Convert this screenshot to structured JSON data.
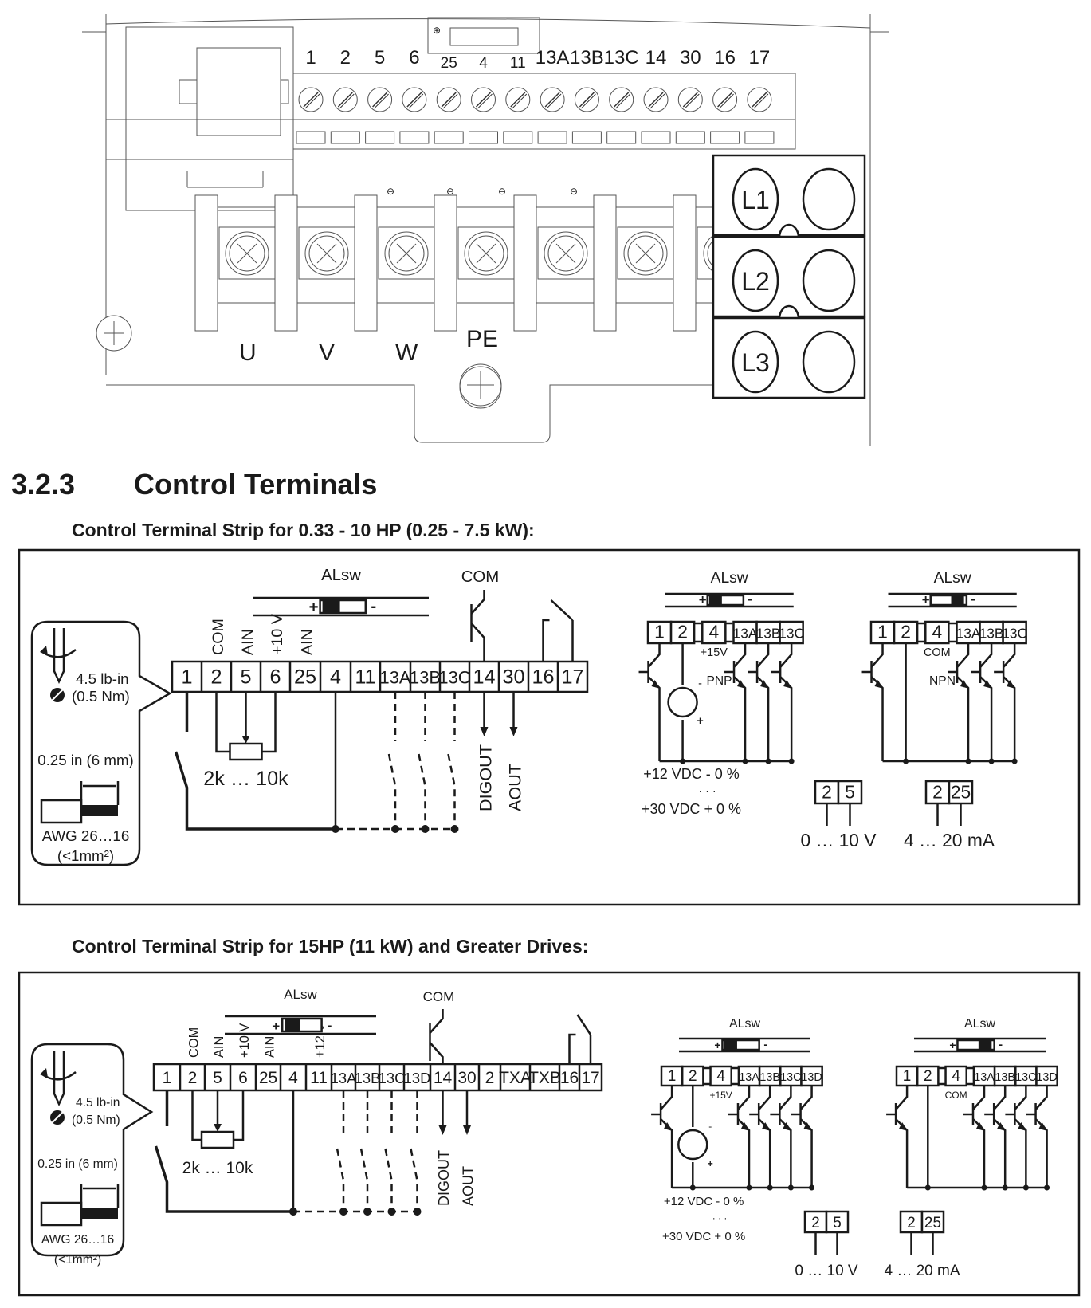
{
  "device": {
    "control_strip_labels": [
      "1",
      "2",
      "5",
      "6",
      "25",
      "4",
      "11",
      "13A",
      "13B",
      "13C",
      "14",
      "30",
      "16",
      "17"
    ],
    "power_labels": [
      "U",
      "V",
      "W",
      "PE"
    ],
    "line_labels": [
      "L1",
      "L2",
      "L3"
    ]
  },
  "section": {
    "number": "3.2.3",
    "title": "Control Terminals"
  },
  "strip_small": {
    "subtitle": "Control Terminal Strip for 0.33 - 10 HP (0.25 - 7.5 kW):",
    "torque_line1": "4.5 lb-in",
    "torque_line2": "(0.5 Nm)",
    "strip_length": "0.25 in (6 mm)",
    "wire_gauge": "AWG 26…16",
    "wire_area": "(<1mm²)",
    "alsw_label": "ALsw",
    "com_label": "COM",
    "terminals": [
      "1",
      "2",
      "5",
      "6",
      "25",
      "4",
      "11",
      "13A",
      "13B",
      "13C",
      "14",
      "30",
      "16",
      "17"
    ],
    "terminal_functions": [
      "COM",
      "AIN",
      "+10 V",
      "AIN"
    ],
    "pot_range": "2k … 10k",
    "outputs": [
      "DIGOUT",
      "AOUT"
    ],
    "pnp": {
      "alsw_label": "ALsw",
      "terminals": [
        "1",
        "2",
        "4",
        "13A",
        "13B",
        "13C"
      ],
      "sub_label": "+15V",
      "type_label": "PNP",
      "supply_min": "+12 VDC - 0 %",
      "supply_dots": "· · ·",
      "supply_max": "+30 VDC + 0 %"
    },
    "npn": {
      "alsw_label": "ALsw",
      "terminals": [
        "1",
        "2",
        "4",
        "13A",
        "13B",
        "13C"
      ],
      "sub_label": "COM",
      "type_label": "NPN"
    },
    "voltage_input": {
      "terminals": [
        "2",
        "5"
      ],
      "range": "0 … 10 V"
    },
    "current_input": {
      "terminals": [
        "2",
        "25"
      ],
      "range": "4 … 20 mA"
    }
  },
  "strip_large": {
    "subtitle": "Control Terminal Strip for 15HP (11 kW) and Greater Drives:",
    "torque_line1": "4.5 lb-in",
    "torque_line2": "(0.5 Nm)",
    "strip_length": "0.25 in (6 mm)",
    "wire_gauge": "AWG 26…16",
    "wire_area": "(<1mm²)",
    "alsw_label": "ALsw",
    "com_label": "COM",
    "terminals": [
      "1",
      "2",
      "5",
      "6",
      "25",
      "4",
      "11",
      "13A",
      "13B",
      "13C",
      "13D",
      "14",
      "30",
      "2",
      "TXA",
      "TXB",
      "16",
      "17"
    ],
    "terminal_functions": [
      "COM",
      "AIN",
      "+10 V",
      "AIN",
      "+12 V"
    ],
    "pot_range": "2k … 10k",
    "outputs": [
      "DIGOUT",
      "AOUT"
    ],
    "pnp": {
      "alsw_label": "ALsw",
      "terminals": [
        "1",
        "2",
        "4",
        "13A",
        "13B",
        "13C",
        "13D"
      ],
      "sub_label": "+15V",
      "supply_min": "+12 VDC - 0 %",
      "supply_dots": "· · ·",
      "supply_max": "+30 VDC + 0 %"
    },
    "npn": {
      "alsw_label": "ALsw",
      "terminals": [
        "1",
        "2",
        "4",
        "13A",
        "13B",
        "13C",
        "13D"
      ],
      "sub_label": "COM"
    },
    "voltage_input": {
      "terminals": [
        "2",
        "5"
      ],
      "range": "0 … 10 V"
    },
    "current_input": {
      "terminals": [
        "2",
        "25"
      ],
      "range": "4 … 20 mA"
    }
  }
}
